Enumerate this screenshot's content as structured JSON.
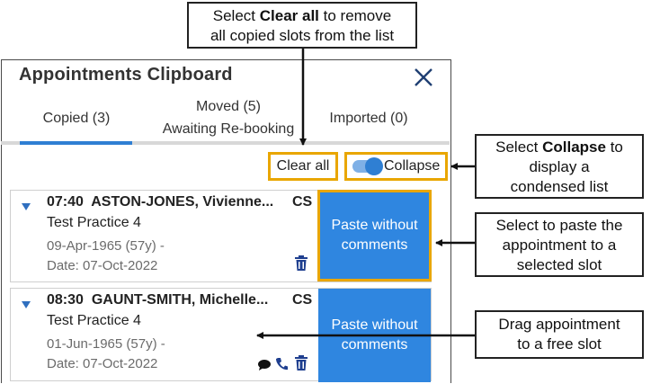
{
  "panel": {
    "title": "Appointments Clipboard",
    "tabs": [
      {
        "label": "Copied (3)"
      },
      {
        "label_line1": "Moved (5)",
        "label_line2": "Awaiting Re-booking"
      },
      {
        "label": "Imported (0)"
      }
    ],
    "clear_all": "Clear all",
    "collapse": "Collapse"
  },
  "cards": [
    {
      "time_name": "07:40  ASTON-JONES, Vivienne...",
      "code": "CS",
      "practice": "Test Practice 4",
      "dob": "09-Apr-1965 (57y) -",
      "date": "Date: 07-Oct-2022",
      "paste_line1": "Paste without",
      "paste_line2": "comments"
    },
    {
      "time_name": "08:30  GAUNT-SMITH, Michelle...",
      "code": "CS",
      "practice": "Test Practice 4",
      "dob": "01-Jun-1965 (57y) -",
      "date": "Date: 07-Oct-2022",
      "paste_line1": "Paste without",
      "paste_line2": "comments"
    }
  ],
  "callouts": {
    "top_pre": "Select ",
    "top_bold": "Clear all",
    "top_post": " to remove",
    "top_line2": "all copied slots from the list",
    "collapse_pre": "Select ",
    "collapse_bold": "Collapse",
    "collapse_post": " to",
    "collapse_line2": "display a",
    "collapse_line3": "condensed list",
    "paste_line1": "Select to paste the",
    "paste_line2": "appointment to a",
    "paste_line3": "selected slot",
    "drag_line1": "Drag appointment",
    "drag_line2": "to a free slot"
  },
  "colors": {
    "accent": "#2f86e0",
    "highlight": "#e9a600"
  }
}
